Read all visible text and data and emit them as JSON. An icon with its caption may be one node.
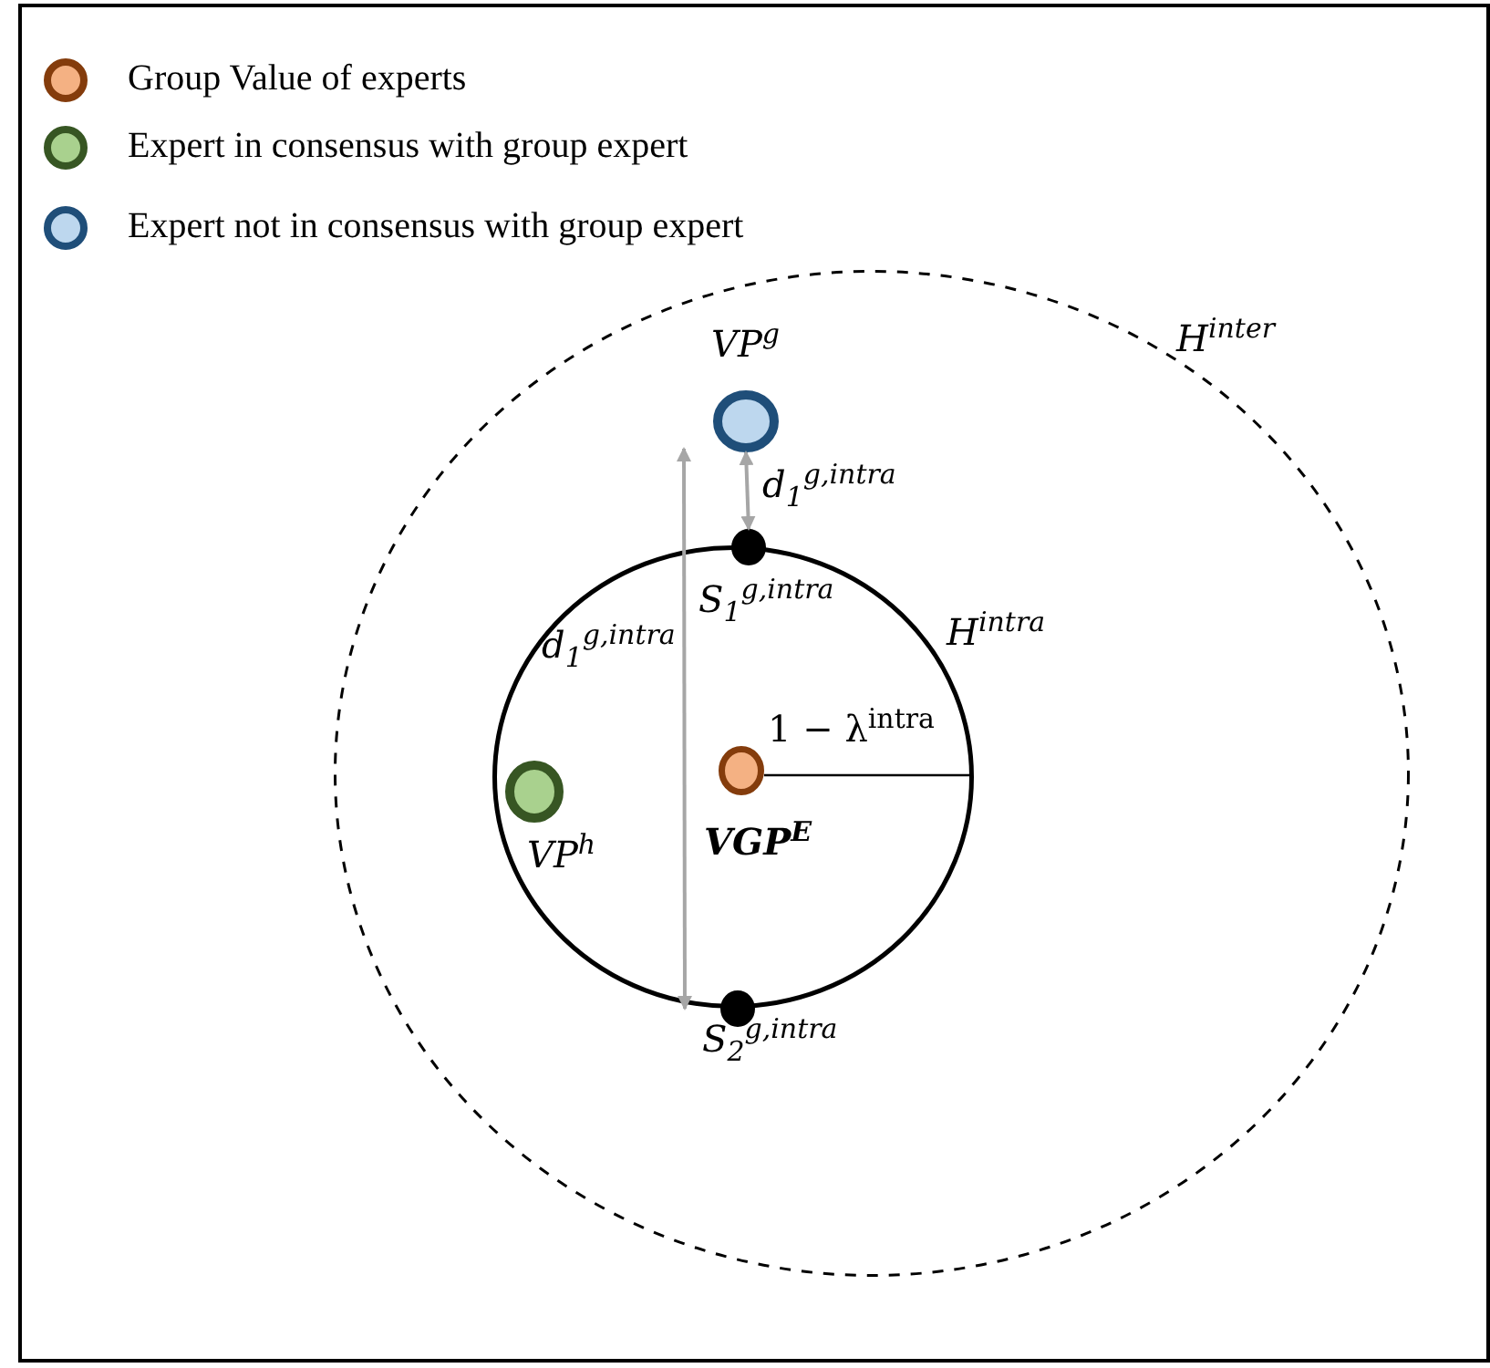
{
  "diagram": {
    "nodes": [
      {
        "text": [],
        "shape": "circle",
        "beside": [
          "H$^{inter}$"
        ]
      },
      {
        "text": [],
        "shape": "circle",
        "in": 0,
        "beside": [
          "H$^{intra}$"
        ]
      },
      {
        "text": [],
        "shape": "circle",
        "in": 0,
        "beside": [
          "VP$^{g}$"
        ]
      },
      {
        "text": [],
        "shape": "circle",
        "in": 0,
        "beside": [
          "S$_{1}$$^{g,intra}$"
        ]
      },
      {
        "text": [],
        "shape": "circle",
        "in": 1,
        "beside": [
          "VGP$^{E}$"
        ]
      },
      {
        "text": [],
        "shape": "circle",
        "in": 1,
        "beside": [
          "VP$^{h}$"
        ]
      },
      {
        "text": [],
        "shape": "circle",
        "in": 0,
        "beside": [
          "S$_{2}$$^{g,intra}$"
        ]
      }
    ],
    "edges": [
      {
        "from": 2,
        "to": 3,
        "arrow": "both",
        "label": "d$_{1}$$^{g,intra}$"
      },
      {
        "from": 2,
        "to": 6,
        "arrow": "both",
        "label": "d$_{1}$$^{g,intra}$"
      }
    ],
    "labels": [
      "1 − λ$^{intra}$"
    ],
    "legend": [
      {
        "text": "Group Value of experts",
        "color": "#f4b183"
      },
      {
        "text": "Expert in consensus with group expert",
        "color": "#a9d18e"
      },
      {
        "text": "Expert not in consensus with group expert",
        "color": "#bdd7ee"
      }
    ]
  }
}
